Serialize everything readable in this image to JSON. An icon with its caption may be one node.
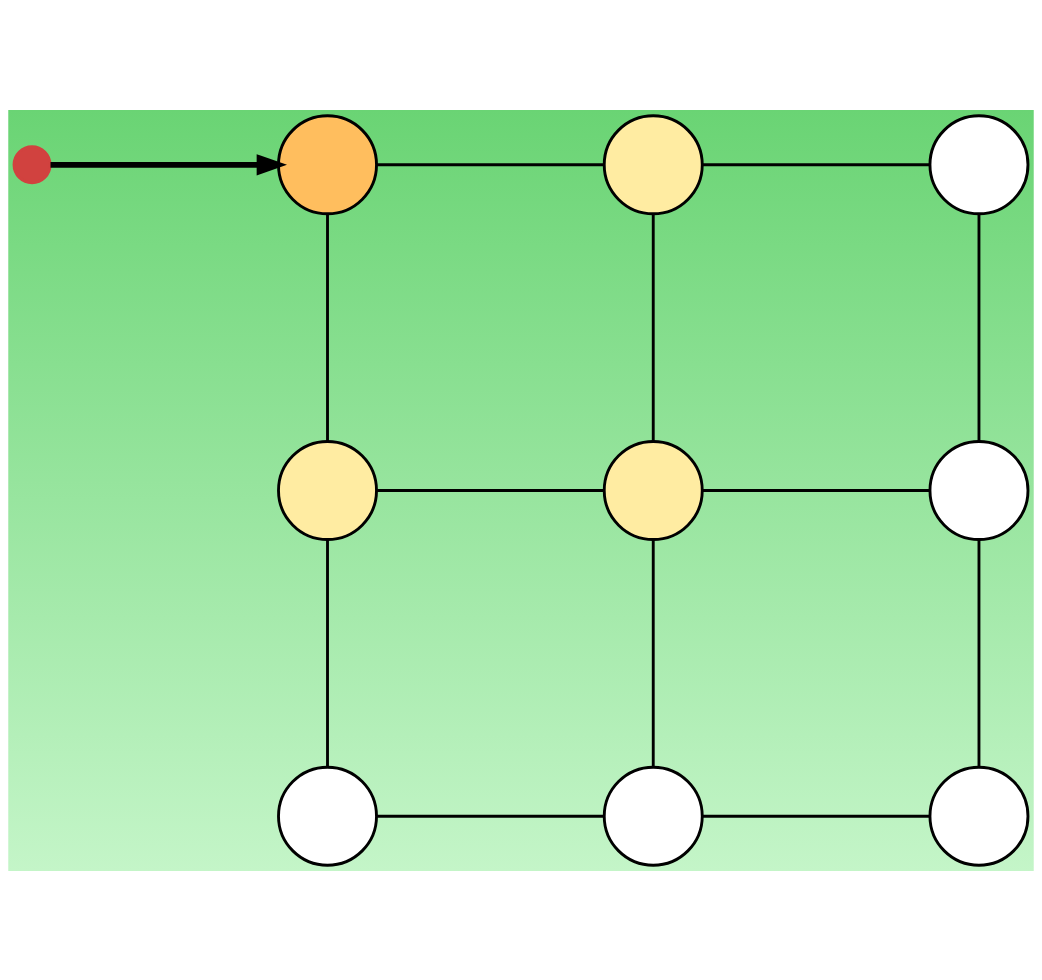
{
  "diagram": {
    "nodes": [
      {
        "text": [],
        "shape": "circle"
      },
      {
        "text": [],
        "shape": "circle"
      },
      {
        "text": [],
        "shape": "circle"
      },
      {
        "text": [],
        "shape": "circle"
      },
      {
        "text": [],
        "shape": "circle"
      },
      {
        "text": [],
        "shape": "circle"
      },
      {
        "text": [],
        "shape": "circle"
      },
      {
        "text": [],
        "shape": "circle"
      },
      {
        "text": [],
        "shape": "circle"
      },
      {
        "text": [],
        "shape": "circle"
      }
    ],
    "edges": [
      {
        "from": 0,
        "to": 1,
        "arrow": "to",
        "style": "thick"
      },
      {
        "from": 1,
        "to": 2,
        "arrow": "none"
      },
      {
        "from": 2,
        "to": 3,
        "arrow": "none"
      },
      {
        "from": 1,
        "to": 4,
        "arrow": "none"
      },
      {
        "from": 2,
        "to": 5,
        "arrow": "none"
      },
      {
        "from": 3,
        "to": 6,
        "arrow": "none"
      },
      {
        "from": 4,
        "to": 5,
        "arrow": "none"
      },
      {
        "from": 5,
        "to": 6,
        "arrow": "none"
      },
      {
        "from": 4,
        "to": 7,
        "arrow": "none"
      },
      {
        "from": 5,
        "to": 8,
        "arrow": "none"
      },
      {
        "from": 6,
        "to": 9,
        "arrow": "none"
      },
      {
        "from": 7,
        "to": 8,
        "arrow": "none"
      },
      {
        "from": 8,
        "to": 9,
        "arrow": "none"
      }
    ]
  }
}
